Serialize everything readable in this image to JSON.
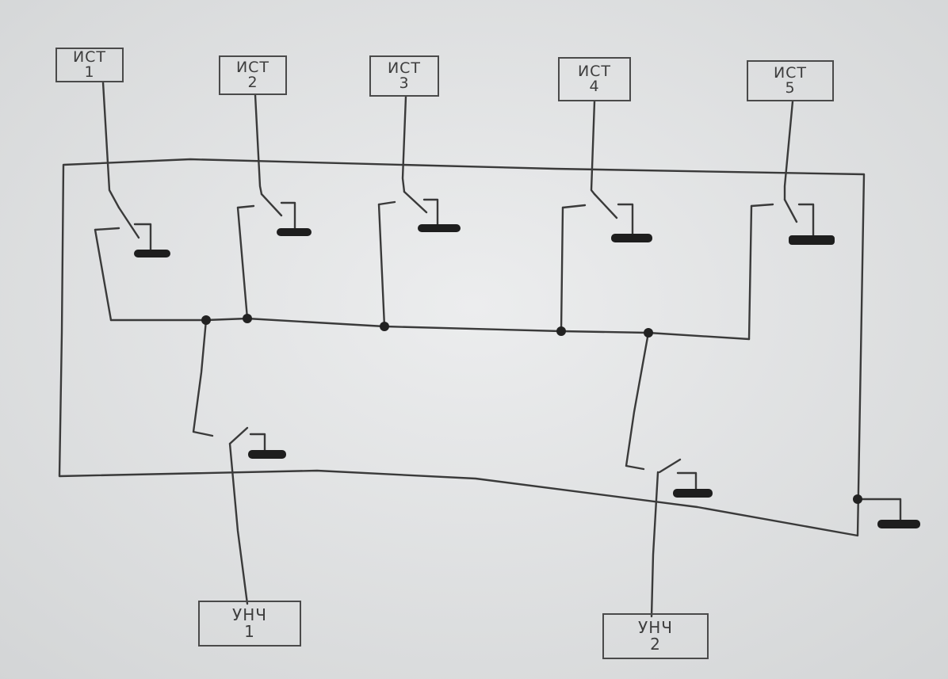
{
  "sources": [
    {
      "name": "ИСТ",
      "number": "1"
    },
    {
      "name": "ИСТ",
      "number": "2"
    },
    {
      "name": "ИСТ",
      "number": "3"
    },
    {
      "name": "ИСТ",
      "number": "4"
    },
    {
      "name": "ИСТ",
      "number": "5"
    }
  ],
  "amplifiers": [
    {
      "name": "УНЧ",
      "number": "1"
    },
    {
      "name": "УНЧ",
      "number": "2"
    }
  ],
  "colors": {
    "paper": "#e4e6e7",
    "pencil": "#3a3a3a",
    "ground_fill": "#1e1e1e"
  }
}
